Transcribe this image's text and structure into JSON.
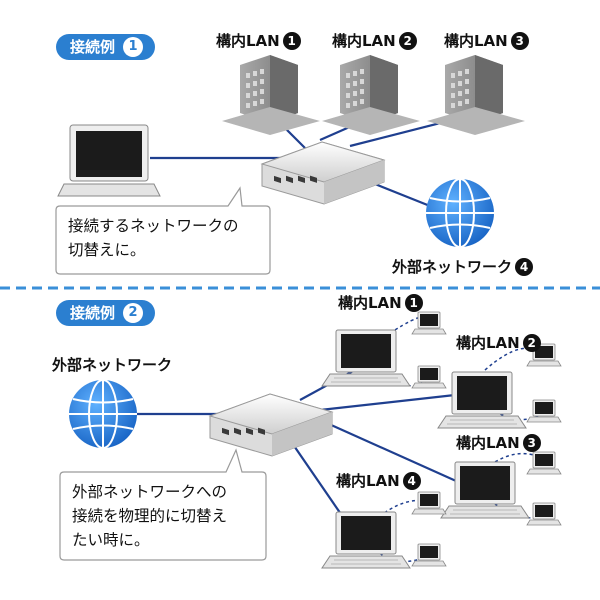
{
  "example1": {
    "badge_label": "接続例",
    "badge_num": "1",
    "lan_labels": [
      {
        "text": "構内LAN",
        "num": "1"
      },
      {
        "text": "構内LAN",
        "num": "2"
      },
      {
        "text": "構内LAN",
        "num": "3"
      }
    ],
    "external_label": {
      "text": "外部ネットワーク",
      "num": "4"
    },
    "callout": "接続するネットワークの\n切替えに。"
  },
  "example2": {
    "badge_label": "接続例",
    "badge_num": "2",
    "external_label": "外部ネットワーク",
    "lan_labels": [
      {
        "text": "構内LAN",
        "num": "1"
      },
      {
        "text": "構内LAN",
        "num": "2"
      },
      {
        "text": "構内LAN",
        "num": "3"
      },
      {
        "text": "構内LAN",
        "num": "4"
      }
    ],
    "callout": "外部ネットワークへの\n接続を物理的に切替え\nたい時に。"
  },
  "colors": {
    "accent": "#2b7fd0",
    "line": "#1f3f8f",
    "divider": "#3a8fd8",
    "globe": "#1e7ad6"
  }
}
